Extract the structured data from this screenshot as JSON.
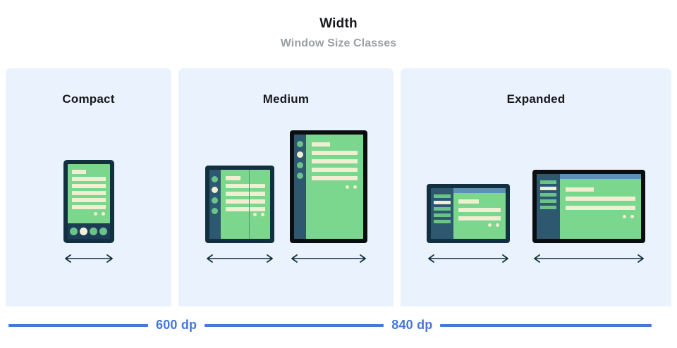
{
  "header": {
    "title": "Width",
    "subtitle": "Window Size Classes"
  },
  "panels": [
    {
      "key": "compact",
      "title": "Compact",
      "devices": [
        {
          "name": "phone",
          "type": "phone-portrait",
          "frame_color": "#12303f",
          "screen_color": "#7bd68e",
          "nav": "bottom-bar",
          "nav_items": 4,
          "nav_active_index": 1,
          "content_bars": 6,
          "fab_dots": 2
        }
      ],
      "width_arrow": "double-headed-horizontal-arrow"
    },
    {
      "key": "medium",
      "title": "Medium",
      "devices": [
        {
          "name": "foldable",
          "type": "foldable-unfolded",
          "frame_color": "#12303f",
          "screen_color": "#7bd68e",
          "nav": "rail",
          "nav_items": 4,
          "nav_active_index": 1,
          "content_bars": 5,
          "fab_dots": 2,
          "has_crease": true
        },
        {
          "name": "tablet-portrait",
          "type": "tablet-portrait",
          "frame_color": "#0b0e11",
          "screen_color": "#7bd68e",
          "nav": "rail",
          "nav_items": 4,
          "nav_active_index": 1,
          "content_bars": 5,
          "fab_dots": 2
        }
      ],
      "width_arrow": "double-headed-horizontal-arrow"
    },
    {
      "key": "expanded",
      "title": "Expanded",
      "devices": [
        {
          "name": "tablet-landscape-small",
          "type": "tablet-landscape",
          "frame_color": "#12303f",
          "screen_color": "#7bd68e",
          "nav": "drawer",
          "nav_items": 5,
          "nav_active_index": 1,
          "content_bars": 3,
          "fab_dots": 2,
          "top_strip": true
        },
        {
          "name": "tablet-landscape-large",
          "type": "tablet-landscape",
          "frame_color": "#0b0e11",
          "screen_color": "#7bd68e",
          "nav": "drawer",
          "nav_items": 5,
          "nav_active_index": 1,
          "content_bars": 3,
          "fab_dots": 2,
          "top_strip": true
        }
      ],
      "width_arrow": "double-headed-horizontal-arrow"
    }
  ],
  "breakpoint_rule": {
    "labels": [
      "600 dp",
      "840 dp"
    ],
    "line_color": "#4678d8",
    "label_color": "#4678d8"
  },
  "colors": {
    "panel_background": "#eaf2fd",
    "page_background": "#ffffff",
    "title_text": "#17191c",
    "subtitle_text": "#9aa0a6",
    "device_screen": "#7bd68e",
    "device_content": "#f0efd2",
    "device_nav": "#2d5870",
    "accent_blue": "#4678d8"
  }
}
